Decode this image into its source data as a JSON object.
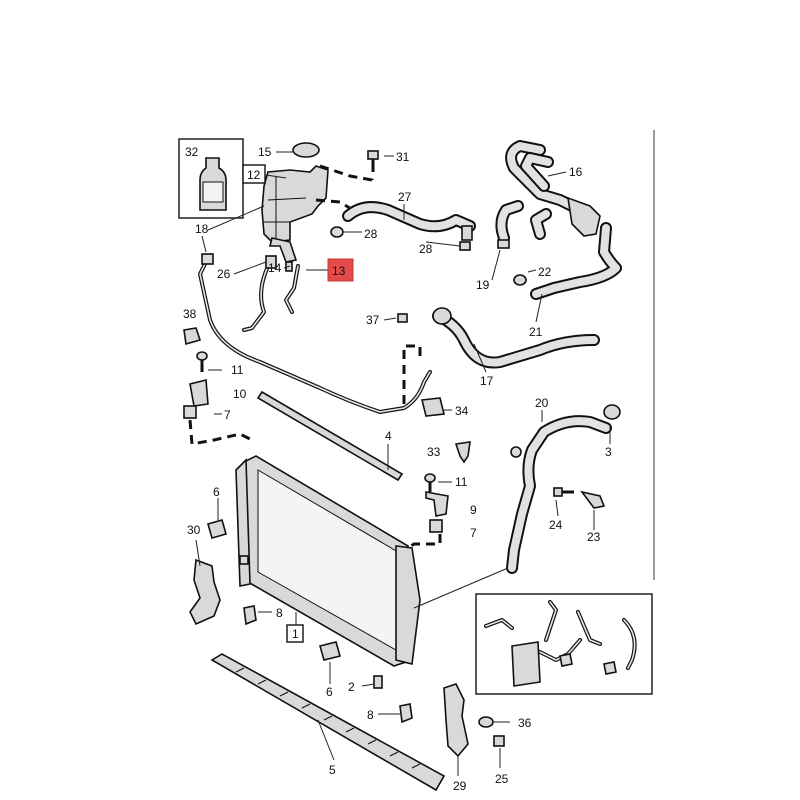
{
  "diagram": {
    "highlighted_label": "13",
    "callouts": {
      "c1": "1",
      "c2": "2",
      "c3": "3",
      "c4": "4",
      "c5": "5",
      "c6a": "6",
      "c6b": "6",
      "c7a": "7",
      "c7b": "7",
      "c8a": "8",
      "c8b": "8",
      "c9": "9",
      "c10": "10",
      "c11a": "11",
      "c11b": "11",
      "c12": "12",
      "c13": "13",
      "c14": "14",
      "c15": "15",
      "c16": "16",
      "c17": "17",
      "c18": "18",
      "c19": "19",
      "c20": "20",
      "c21": "21",
      "c22": "22",
      "c23": "23",
      "c24": "24",
      "c25": "25",
      "c26": "26",
      "c27": "27",
      "c28a": "28",
      "c28b": "28",
      "c29": "29",
      "c30": "30",
      "c31": "31",
      "c32": "32",
      "c33": "33",
      "c34": "34",
      "c36": "36",
      "c37": "37",
      "c38": "38"
    }
  }
}
